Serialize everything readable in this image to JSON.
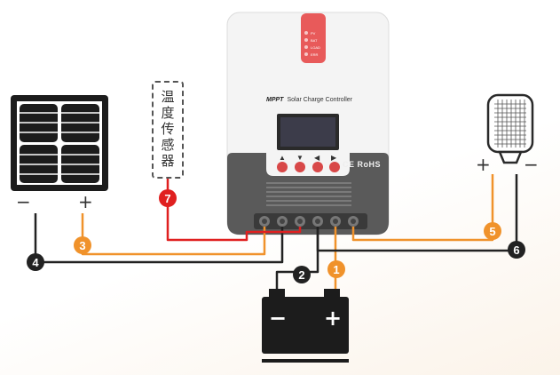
{
  "sensor": {
    "label": "温度传感器"
  },
  "controller": {
    "brand": "MPPT",
    "model": "Solar Charge Controller",
    "certification": "CE RoHS",
    "led_labels": [
      "PV",
      "BAT",
      "LOAD",
      "ERR"
    ],
    "buttons": [
      "▲",
      "▼",
      "◀",
      "▶"
    ]
  },
  "polarity": {
    "panel_negative": "−",
    "panel_positive": "+",
    "battery_negative": "−",
    "battery_positive": "+",
    "lamp_positive": "+",
    "lamp_negative": "−"
  },
  "connections": [
    {
      "number": "1",
      "wire": "battery positive",
      "color": "#f0922b"
    },
    {
      "number": "2",
      "wire": "battery negative",
      "color": "#222222"
    },
    {
      "number": "3",
      "wire": "solar panel positive",
      "color": "#f0922b"
    },
    {
      "number": "4",
      "wire": "solar panel negative",
      "color": "#222222"
    },
    {
      "number": "5",
      "wire": "load positive",
      "color": "#f0922b"
    },
    {
      "number": "6",
      "wire": "load negative",
      "color": "#222222"
    },
    {
      "number": "7",
      "wire": "temperature sensor",
      "color": "#e02020"
    }
  ],
  "colors": {
    "positive_wire": "#f0922b",
    "negative_wire": "#222222",
    "sensor_wire": "#e02020",
    "accent": "#e85a5a"
  }
}
